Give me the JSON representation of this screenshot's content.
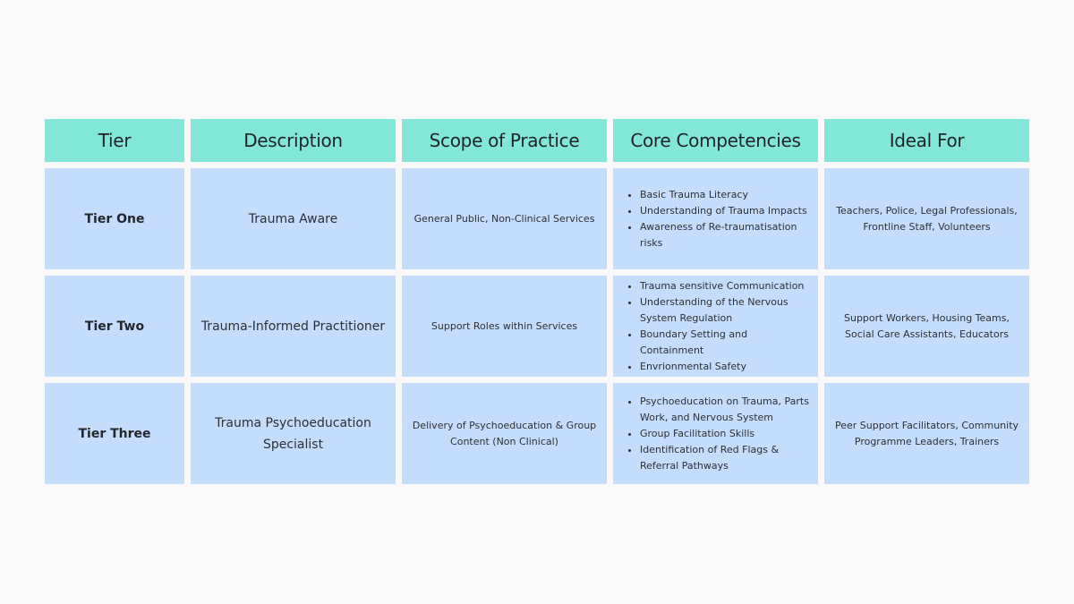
{
  "headers": [
    "Tier",
    "Description",
    "Scope of Practice",
    "Core Competencies",
    "Ideal For"
  ],
  "rows": [
    {
      "tier": "Tier One",
      "description": "Trauma Aware",
      "scope": "General Public, Non-Clinical Services",
      "competencies": [
        "Basic Trauma Literacy",
        "Understanding of Trauma Impacts",
        "Awareness of Re-traumatisation risks"
      ],
      "ideal_for": "Teachers, Police, Legal Professionals, Frontline Staff, Volunteers"
    },
    {
      "tier": "Tier Two",
      "description": "Trauma-Informed Practitioner",
      "scope": "Support Roles within Services",
      "competencies": [
        "Trauma sensitive Communication",
        "Understanding of the Nervous System Regulation",
        "Boundary Setting and Containment",
        "Envrionmental Safety"
      ],
      "ideal_for": "Support Workers, Housing Teams, Social Care Assistants, Educators"
    },
    {
      "tier": "Tier Three",
      "description": "Trauma Psychoeducation Specialist",
      "scope": "Delivery of Psychoeducation & Group Content (Non Clinical)",
      "competencies": [
        "Psychoeducation on Trauma, Parts Work, and Nervous System",
        "Group Facilitation Skills",
        "Identification of Red Flags & Referral Pathways"
      ],
      "ideal_for": "Peer Support Facilitators, Community Programme Leaders, Trainers"
    }
  ],
  "colors": {
    "header": "#82e7d8",
    "cell": "#c5ddfc",
    "background": "#f9f9f9"
  }
}
